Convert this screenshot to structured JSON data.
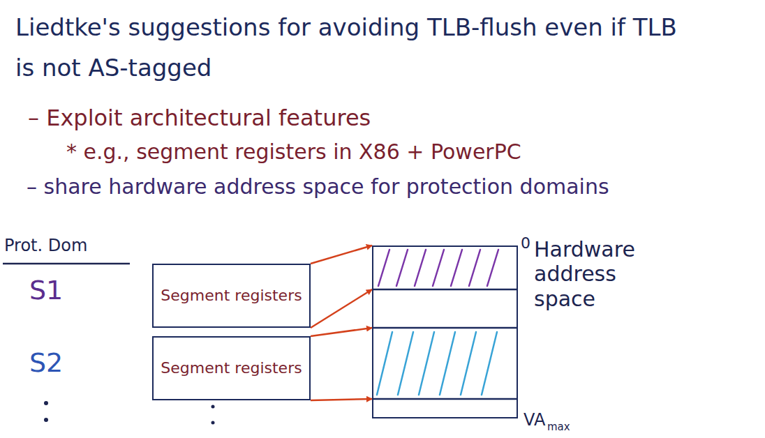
{
  "diagram": {
    "title": "Liedtke's suggestions for avoiding TLB-flush even if TLB is not AS-tagged",
    "nodes": [
      {
        "text": [
          "Segment registers"
        ]
      },
      {
        "text": [
          "Segment registers"
        ]
      },
      {
        "text": [
          "Hardware address space"
        ]
      }
    ],
    "edges": [
      {
        "from": 0,
        "to": 2,
        "arrow": "to"
      },
      {
        "from": 0,
        "to": 2,
        "arrow": "to"
      },
      {
        "from": 1,
        "to": 2,
        "arrow": "to"
      },
      {
        "from": 1,
        "to": 2,
        "arrow": "to"
      }
    ],
    "labels": [
      "– Exploit architectural features",
      "* e.g., segment registers in X86 + PowerPC",
      "– share hardware address space for protection domains",
      "Prot. Dom",
      "S1",
      "S2",
      "0",
      "VA",
      "max"
    ]
  }
}
